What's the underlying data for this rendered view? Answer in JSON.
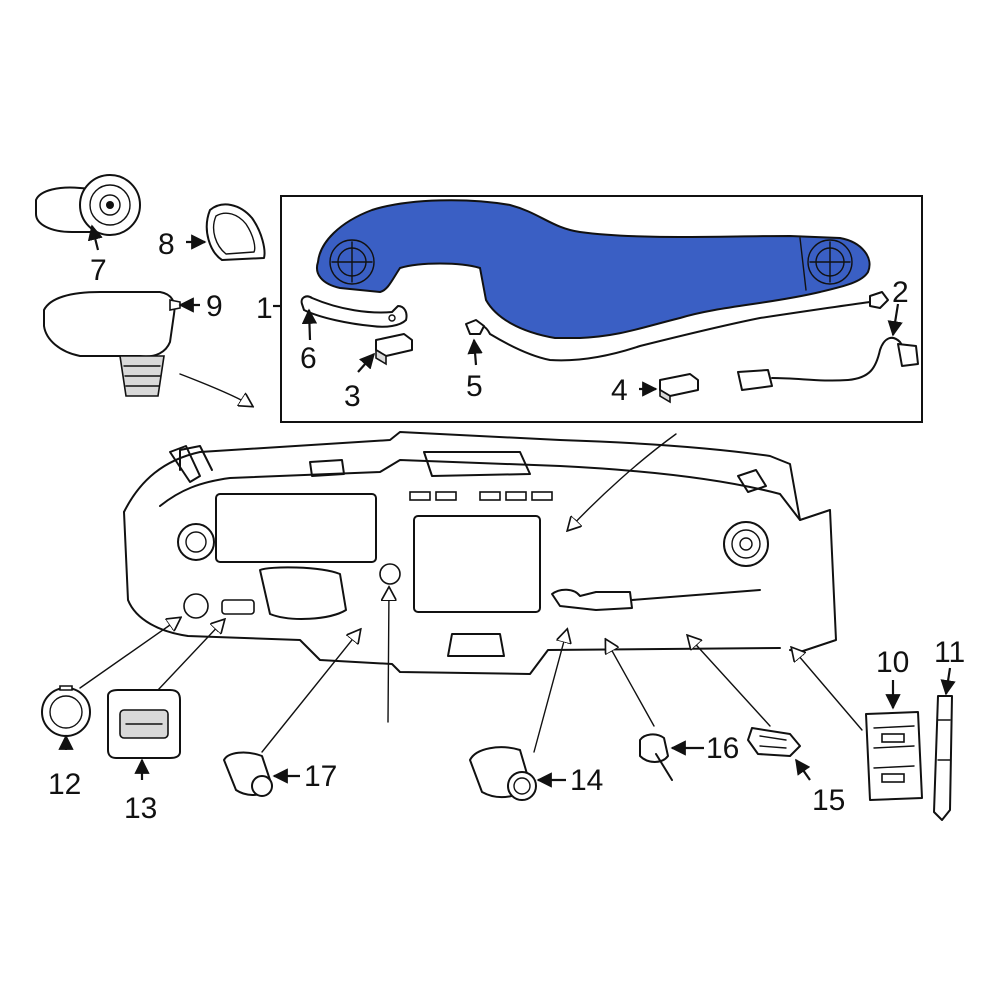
{
  "diagram": {
    "highlight_color": "#3a5fc4",
    "callouts": {
      "c1": "1",
      "c2": "2",
      "c3": "3",
      "c4": "4",
      "c5": "5",
      "c6": "6",
      "c7": "7",
      "c8": "8",
      "c9": "9",
      "c10": "10",
      "c11": "11",
      "c12": "12",
      "c13": "13",
      "c14": "14",
      "c15": "15",
      "c16": "16",
      "c17": "17"
    }
  }
}
